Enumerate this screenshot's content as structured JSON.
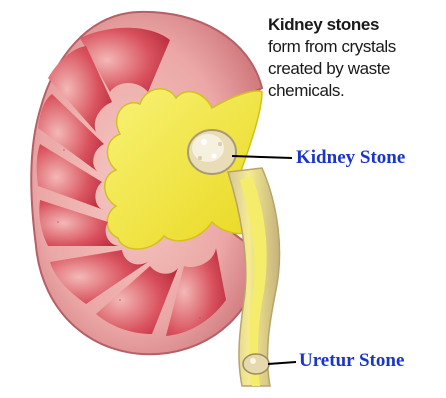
{
  "caption": {
    "title": "Kidney stones",
    "lines": [
      "form from crystals",
      "created by waste",
      "chemicals."
    ]
  },
  "labels": {
    "kidney_stone": "Kidney Stone",
    "uretur_stone": "Uretur Stone"
  },
  "colors": {
    "label_text": "#1a35c8",
    "kidney_outer": "#e8a0a0",
    "renal_pelvis": "#f2ea3a",
    "pyramid_red": "#c83a4a",
    "stone": "#f0e6cf"
  }
}
